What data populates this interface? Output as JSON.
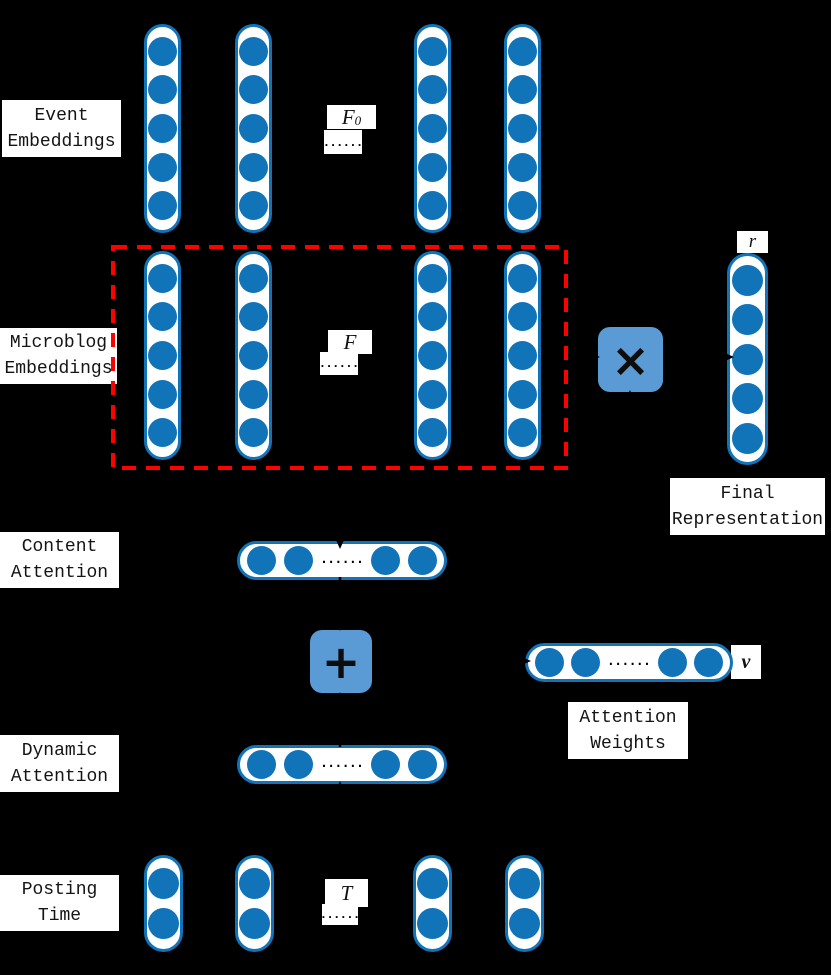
{
  "colors": {
    "background": "#000000",
    "node_blue": "#1173B8",
    "operator_blue": "#5B9BD5",
    "dashed_red": "#FE0000",
    "label_background": "#FFFFFF",
    "label_text": "#141414"
  },
  "labels": {
    "event_embeddings": {
      "line1": "Event",
      "line2": "Embeddings"
    },
    "microblog_embeddings": {
      "line1": "Microblog",
      "line2": "Embeddings"
    },
    "content_attention": {
      "line1": "Content",
      "line2": "Attention"
    },
    "dynamic_attention": {
      "line1": "Dynamic",
      "line2": "Attention"
    },
    "posting_time": {
      "line1": "Posting",
      "line2": "Time"
    },
    "attention_weights": {
      "line1": "Attention",
      "line2": "Weights"
    },
    "final_representation": {
      "line1": "Final",
      "line2": "Representation"
    }
  },
  "math": {
    "f0_base": "F",
    "f0_sub": "0",
    "f": "F",
    "t": "T",
    "r": "r",
    "v": "v"
  },
  "operators": {
    "multiply": "×",
    "plus": "+"
  },
  "ellipsis": {
    "boxed": "......",
    "capsule": "......"
  },
  "structure": {
    "event_embedding_columns": 4,
    "event_circles_per_column": 5,
    "microblog_embedding_columns": 4,
    "microblog_circles_per_column": 5,
    "posting_time_columns": 4,
    "posting_circles_per_column": 2,
    "final_representation_circles": 5,
    "attention_vector_circles": 4,
    "dashed_group": "microblog-embeddings"
  }
}
